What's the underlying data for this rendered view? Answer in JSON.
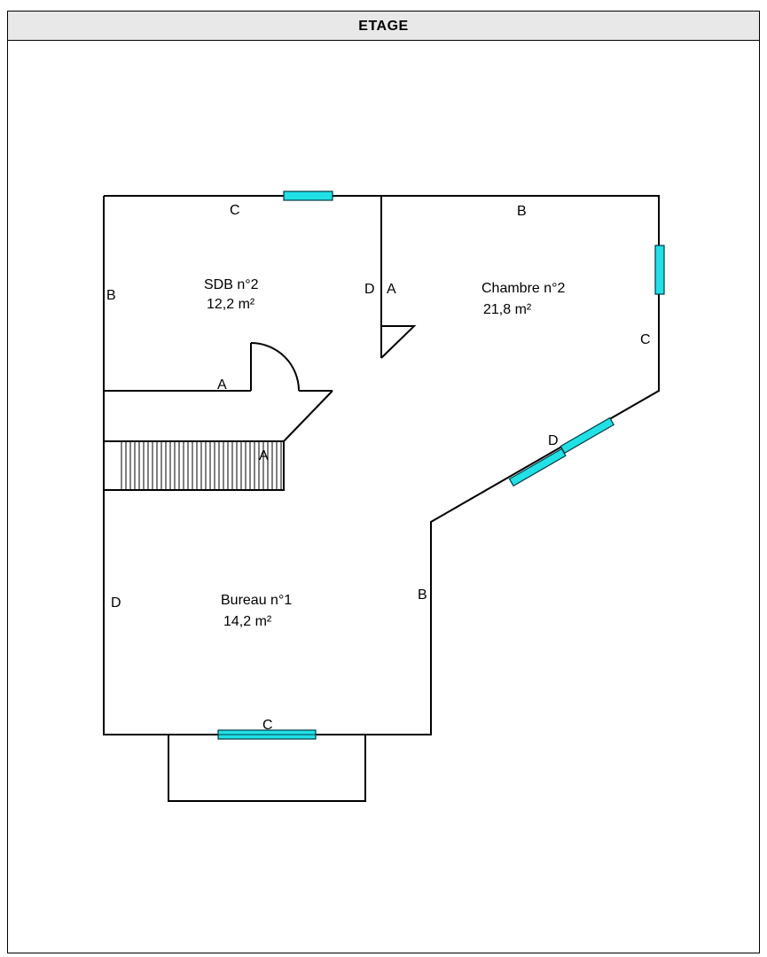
{
  "header": {
    "title": "ETAGE"
  },
  "rooms": {
    "sdb": {
      "name": "SDB n°2",
      "area": "12,2  m²"
    },
    "chambre": {
      "name": "Chambre n°2",
      "area": "21,8  m²"
    },
    "bureau": {
      "name": "Bureau n°1",
      "area": "14,2  m²"
    }
  },
  "wall_labels": {
    "sdb_top": "C",
    "sdb_left": "B",
    "sdb_right": "D",
    "sdb_bottom": "A",
    "chambre_left": "A",
    "chambre_top": "B",
    "chambre_right": "C",
    "chambre_diagonal": "D",
    "stair": "A",
    "bureau_left": "D",
    "bureau_right": "B",
    "bureau_bottom": "C"
  },
  "colors": {
    "window": "#21e0e6",
    "wall": "#000000"
  }
}
